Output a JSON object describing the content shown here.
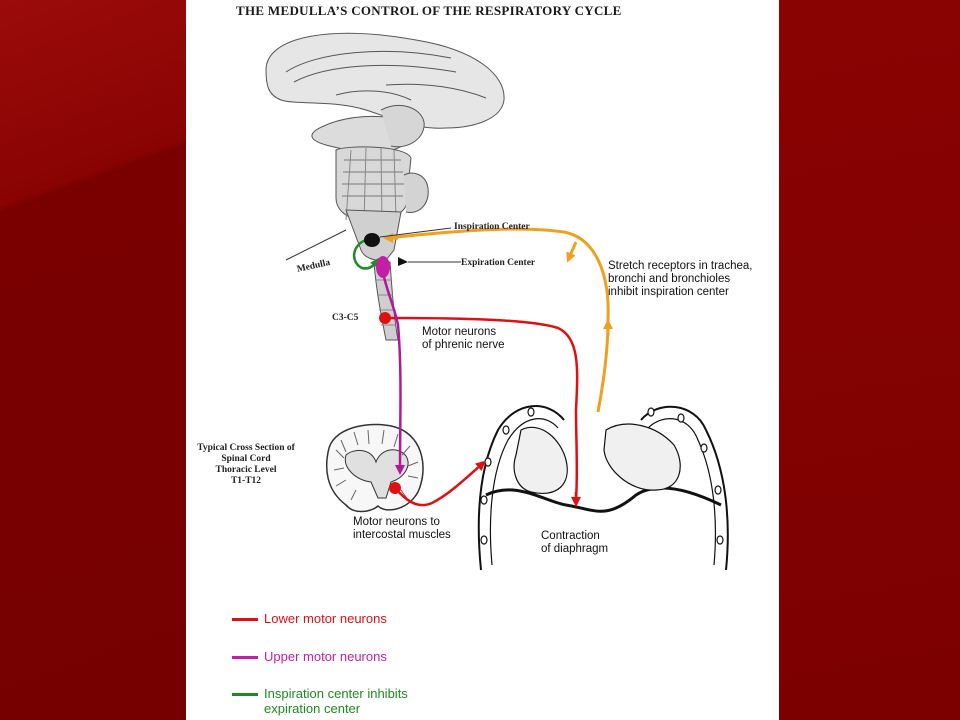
{
  "slide": {
    "title": "THE MEDULLA’S CONTROL OF THE RESPIRATORY CYCLE"
  },
  "labels": {
    "inspiration_center": "Inspiration Center",
    "expiration_center": "Expiration Center",
    "medulla": "Medulla",
    "c3_c5": "C3-C5",
    "phrenic_line1": "Motor neurons",
    "phrenic_line2": "of phrenic nerve",
    "stretch_line1": "Stretch receptors in trachea,",
    "stretch_line2": "bronchi and bronchioles",
    "stretch_line3": "inhibit inspiration center",
    "xsec_line1": "Typical Cross Section of",
    "xsec_line2": "Spinal Cord",
    "xsec_line3": "Thoracic Level",
    "xsec_line4": "T1-T12",
    "intercostal_line1": "Motor neurons to",
    "intercostal_line2": "intercostal muscles",
    "diaphragm_line1": "Contraction",
    "diaphragm_line2": "of diaphragm"
  },
  "legend": [
    {
      "label": "Lower motor neurons",
      "color": "#e01010"
    },
    {
      "label": "Upper motor neurons",
      "color": "#c21ea8"
    },
    {
      "label": "Inspiration center inhibits",
      "label2": "expiration center",
      "color": "#1e8a22"
    }
  ],
  "colors": {
    "lower_motor": "#e01010",
    "upper_motor": "#b2199a",
    "inspiration_inhibit": "#1e8a22",
    "stretch_feedback": "#f0a020",
    "background": "#7a0000"
  }
}
